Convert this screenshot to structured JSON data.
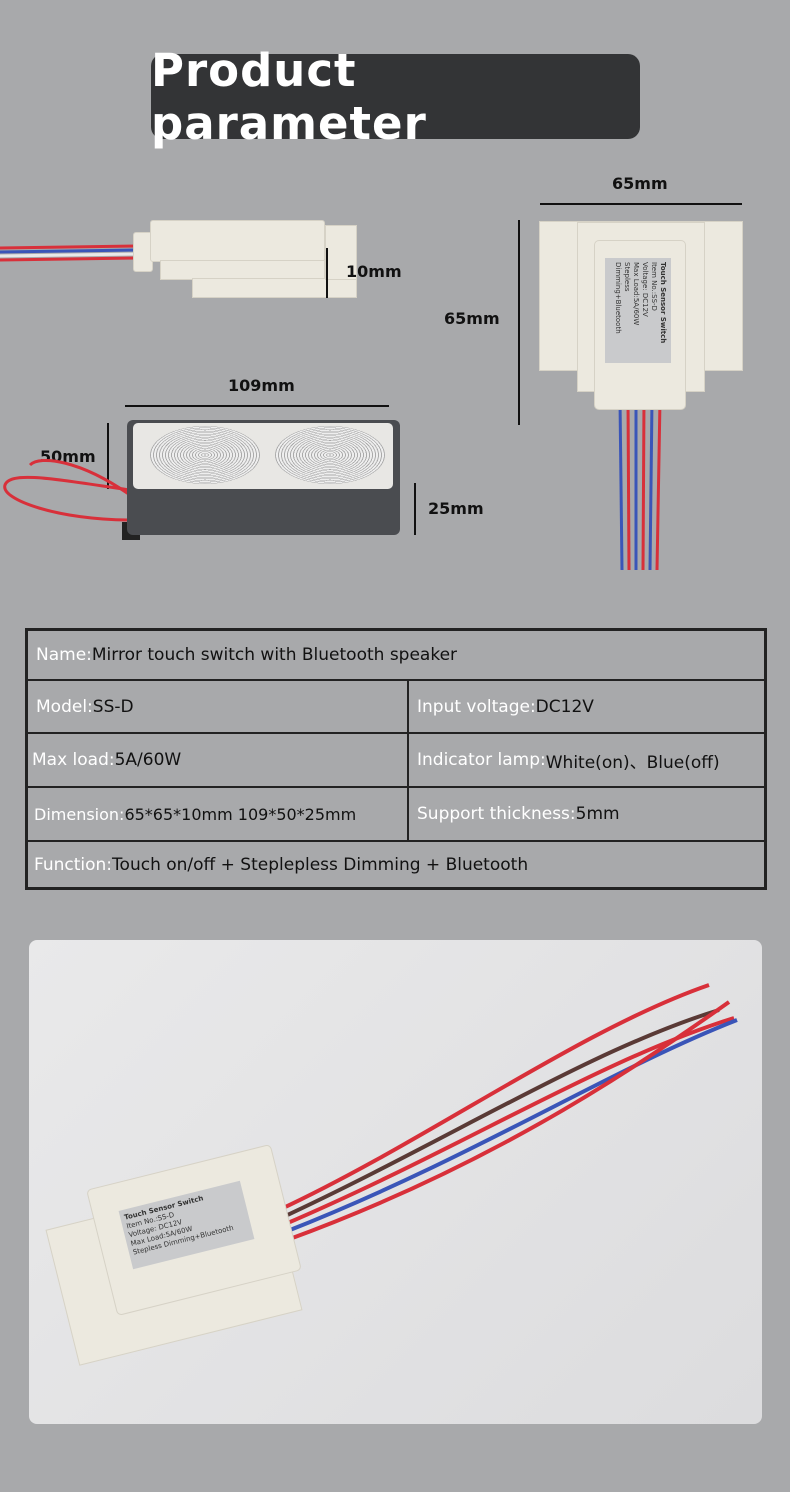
{
  "title": "Product parameter",
  "dimensions": {
    "side_height": "10mm",
    "top_width": "65mm",
    "top_height": "65mm",
    "speaker_length": "109mm",
    "speaker_width": "50mm",
    "speaker_height": "25mm"
  },
  "device_label": {
    "title": "Touch Sensor Switch",
    "item": "Item No.:SS-D",
    "voltage": "Voltage: DC12V",
    "load": "Max Load:5A/60W",
    "function": "Stepless Dimming+Bluetooth"
  },
  "specs": [
    {
      "key": "Name: ",
      "value": "Mirror touch switch with Bluetooth speaker"
    },
    {
      "key": "Model: ",
      "value": "SS-D"
    },
    {
      "key": "Input voltage: ",
      "value": "DC12V"
    },
    {
      "key": "Max load: ",
      "value": "5A/60W"
    },
    {
      "key": "Indicator lamp: ",
      "value": "White(on)、Blue(off)"
    },
    {
      "key": "Dimension: ",
      "value": "65*65*10mm 109*50*25mm"
    },
    {
      "key": "Support thickness: ",
      "value": "5mm"
    },
    {
      "key": "Function: ",
      "value": "Touch on/off + Steplepless Dimming + Bluetooth"
    }
  ],
  "colors": {
    "background": "#a8a9ab",
    "title_bg": "#333436",
    "wire_red": "#d8303a",
    "wire_blue": "#3a55b8"
  }
}
